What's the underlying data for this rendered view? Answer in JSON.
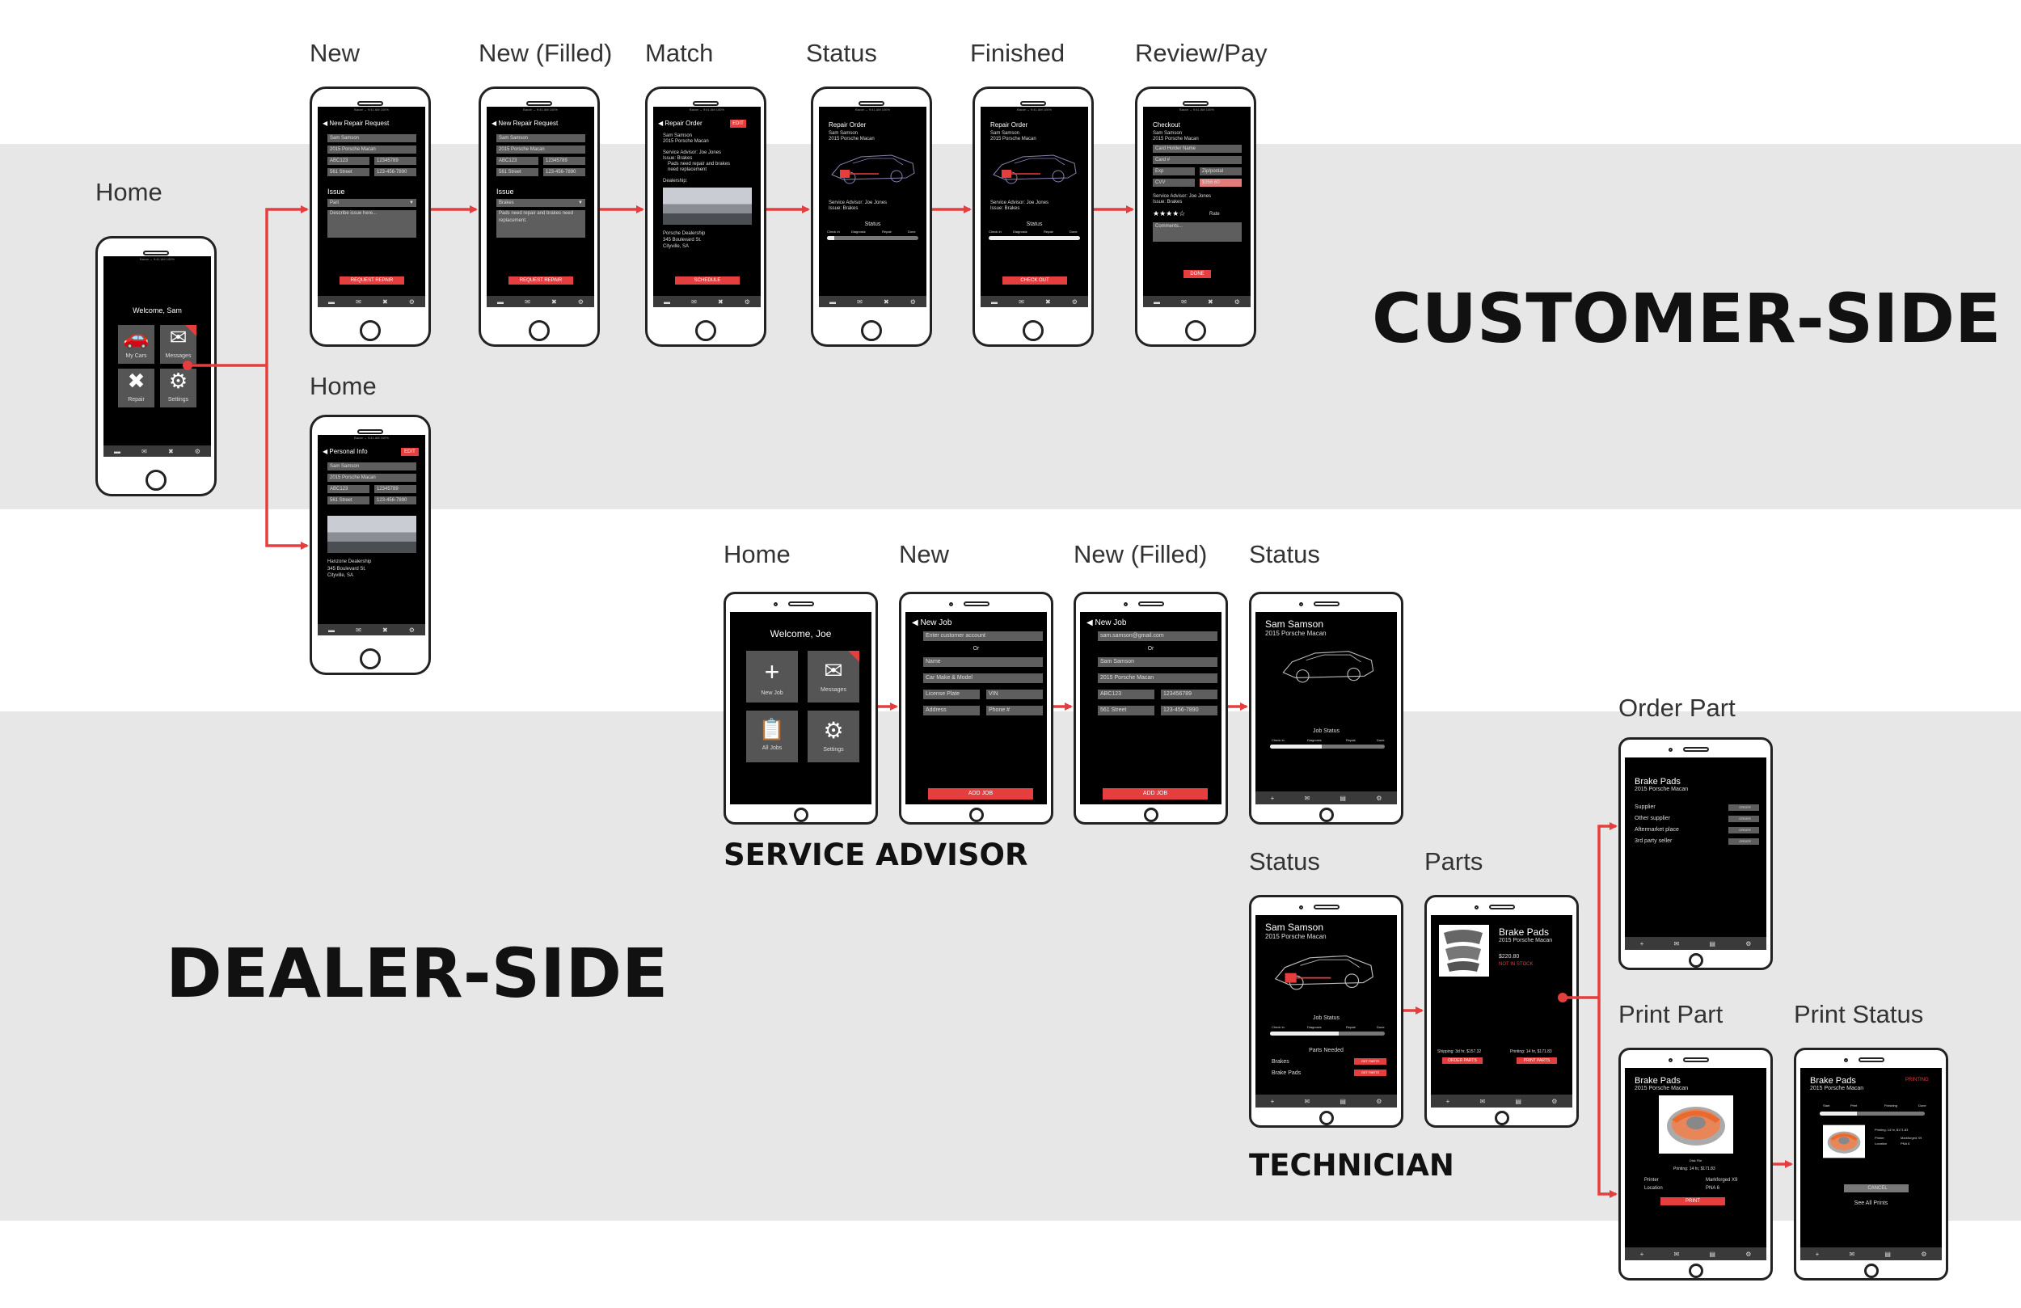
{
  "sections": {
    "customer": "CUSTOMER-SIDE",
    "dealer": "DEALER-SIDE"
  },
  "roles": {
    "service_advisor": "SERVICE ADVISOR",
    "technician": "TECHNICIAN"
  },
  "screen_labels": {
    "c_home": "Home",
    "c_profile": "Home",
    "c_new": "New",
    "c_new_filled": "New (Filled)",
    "c_match": "Match",
    "c_status": "Status",
    "c_finished": "Finished",
    "c_review": "Review/Pay",
    "sa_home": "Home",
    "sa_new": "New",
    "sa_new_filled": "New (Filled)",
    "sa_status": "Status",
    "t_status": "Status",
    "t_parts": "Parts",
    "t_order": "Order Part",
    "t_print": "Print Part",
    "t_print_status": "Print Status"
  },
  "colors": {
    "accent": "#e53e3e",
    "screen": "#000000",
    "band": "#e7e7e7"
  },
  "tabbar_icons": [
    "car-icon",
    "mail-icon",
    "tools-icon",
    "gear-icon"
  ],
  "customer": {
    "home": {
      "welcome": "Welcome, Sam",
      "tiles": [
        {
          "label": "My Cars",
          "icon": "car-icon"
        },
        {
          "label": "Messages",
          "icon": "mail-icon"
        },
        {
          "label": "Repair",
          "icon": "tools-icon"
        },
        {
          "label": "Settings",
          "icon": "gear-icon"
        }
      ]
    },
    "profile": {
      "title": "Personal Info",
      "edit": "EDIT",
      "fields": [
        "Sam Samson",
        "2015 Porsche Macan",
        "ABC123",
        "12345789",
        "561 Street",
        "123-456-7890"
      ],
      "dealer_lines": [
        "Hanzone Dealership",
        "345 Boulevard St.",
        "Cityville, SA"
      ]
    },
    "new": {
      "title": "New Repair Request",
      "fields": [
        "Sam Samson",
        "2015 Porsche Macan",
        "ABC123",
        "12345789",
        "561 Street",
        "123-456-7890"
      ],
      "issue_label": "Issue",
      "issue_select": "Part",
      "description": "Describe issue here...",
      "button": "REQUEST REPAIR"
    },
    "new_filled": {
      "title": "New Repair Request",
      "fields": [
        "Sam Samson",
        "2015 Porsche Macan",
        "ABC123",
        "12345789",
        "561 Street",
        "123-456-7890"
      ],
      "issue_label": "Issue",
      "issue_select": "Brakes",
      "description": "Pads need repair and brakes need replacement.",
      "button": "REQUEST REPAIR"
    },
    "match": {
      "title": "Repair Order",
      "edit": "EDIT",
      "lines": [
        "Sam Samson",
        "2015 Porsche Macan",
        "",
        "Service Advisor: Joe Jones",
        "Issue: Brakes",
        "Pads need repair and brakes",
        "need replacement",
        "",
        "Dealership:"
      ],
      "dealer_lines": [
        "Porsche Dealership",
        "345 Boulevard St.",
        "Cityville, SA"
      ],
      "button": "SCHEDULE"
    },
    "status": {
      "title": "Repair Order",
      "lines": [
        "Sam Samson",
        "2015 Porsche Macan"
      ],
      "info": [
        "Service Advisor: Joe Jones",
        "Issue: Brakes"
      ],
      "status_label": "Status",
      "steps": [
        "Check In",
        "Diagnosis",
        "Repair",
        "Done"
      ],
      "progress": 0.08
    },
    "finished": {
      "title": "Repair Order",
      "lines": [
        "Sam Samson",
        "2015 Porsche Macan"
      ],
      "info": [
        "Service Advisor: Joe Jones",
        "Issue: Brakes"
      ],
      "status_label": "Status",
      "steps": [
        "Check In",
        "Diagnosis",
        "Repair",
        "Done"
      ],
      "progress": 1.0,
      "button": "CHECK OUT"
    },
    "review": {
      "title": "Checkout",
      "lines": [
        "Sam Samson",
        "2015 Porsche Macan"
      ],
      "fields": [
        "Card Holder Name",
        "Card #",
        "Exp",
        "Zip/postal",
        "CVV",
        "$356.60"
      ],
      "info": [
        "Service Advisor: Joe Jones",
        "Issue: Brakes"
      ],
      "stars": "★★★★☆",
      "rate": "Rate",
      "comments": "Comments...",
      "button": "DONE"
    }
  },
  "advisor": {
    "home": {
      "welcome": "Welcome, Joe",
      "tiles": [
        {
          "label": "New Job",
          "icon": "plus-icon"
        },
        {
          "label": "Messages",
          "icon": "mail-icon"
        },
        {
          "label": "All Jobs",
          "icon": "clipboard-icon"
        },
        {
          "label": "Settings",
          "icon": "gear-icon"
        }
      ]
    },
    "new": {
      "title": "New Job",
      "account": "Enter customer account",
      "or": "Or",
      "fields": [
        "Name",
        "Car Make & Model",
        "License Plate",
        "VIN",
        "Address",
        "Phone #"
      ],
      "button": "ADD JOB"
    },
    "new_filled": {
      "title": "New Job",
      "account": "sam.samson@gmail.com",
      "or": "Or",
      "fields": [
        "Sam Samson",
        "2015 Porsche Macan",
        "ABC123",
        "123456789",
        "561 Street",
        "123-456-7890"
      ],
      "button": "ADD JOB"
    },
    "status": {
      "name": "Sam Samson",
      "car": "2015 Porsche Macan",
      "job_status": "Job Status",
      "steps": [
        "Check In",
        "Diagnosis",
        "Repair",
        "Done"
      ],
      "progress": 0.45
    }
  },
  "technician": {
    "status": {
      "name": "Sam Samson",
      "car": "2015 Porsche Macan",
      "job_status": "Job Status",
      "steps": [
        "Check In",
        "Diagnosis",
        "Repair",
        "Done"
      ],
      "progress": 0.6,
      "parts_needed": "Parts Needed",
      "parts": [
        {
          "name": "Brakes",
          "action": "GET PARTS"
        },
        {
          "name": "Brake Pads",
          "action": "GET PARTS"
        }
      ]
    },
    "parts": {
      "name": "Brake Pads",
      "car": "2015 Porsche Macan",
      "price": "$220.80",
      "stock": "NOT IN STOCK",
      "shipping": "Shipping: 3d hr, $157.32",
      "printing": "Printing: 14 hr, $171.83",
      "order_btn": "ORDER PARTS",
      "print_btn": "PRINT PARTS"
    },
    "order": {
      "name": "Brake Pads",
      "car": "2015 Porsche Macan",
      "suppliers": [
        "Supplier",
        "Other supplier",
        "Aftermarket place",
        "3rd party seller"
      ],
      "order_label": "ORDER"
    },
    "print": {
      "name": "Brake Pads",
      "car": "2015 Porsche Macan",
      "caption": "Disk File",
      "printing": "Printing: 14 hr, $171.83",
      "printer_label": "Printer",
      "printer": "Markforged X9",
      "location_label": "Location",
      "location": "PNA 6",
      "button": "PRINT"
    },
    "print_status": {
      "name": "Brake Pads",
      "car": "2015 Porsche Macan",
      "state": "PRINTING",
      "steps": [
        "Start",
        "Print",
        "Finishing",
        "Done"
      ],
      "progress": 0.35,
      "meta_labels": [
        "Printer",
        "Location"
      ],
      "meta_values": [
        "Markforged X9",
        "PNA 6"
      ],
      "eta": "Printing: 14 hr, $171.83",
      "cancel": "CANCEL",
      "see_all": "See All Prints"
    }
  }
}
